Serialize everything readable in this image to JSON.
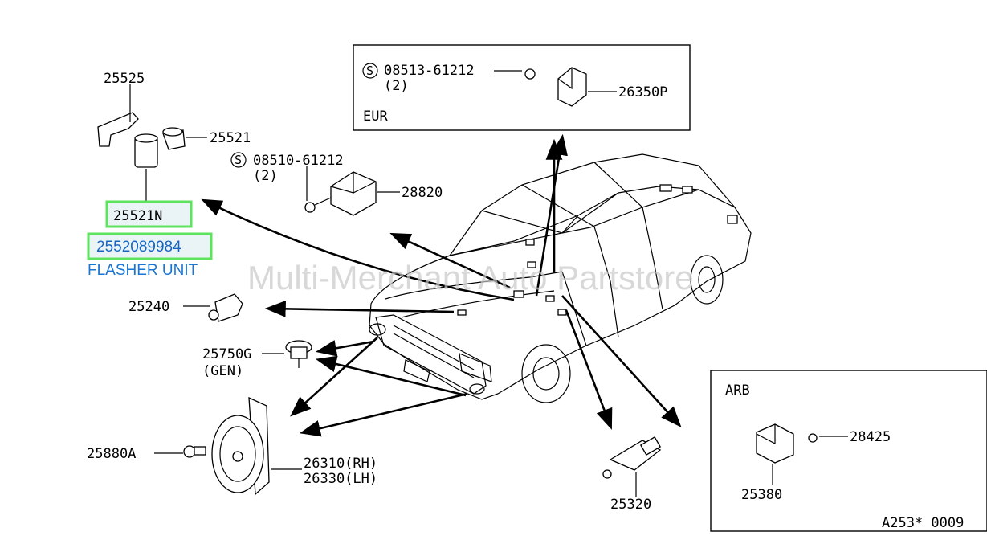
{
  "diagram": {
    "part_numbers": {
      "p25525": "25525",
      "p25521": "25521",
      "p25521N": "25521N",
      "p08510": "08510-61212",
      "p08510_qty": "(2)",
      "p28820": "28820",
      "p25240": "25240",
      "p25750G": "25750G",
      "p25750G_note": "(GEN)",
      "p25880A": "25880A",
      "p26310": "26310(RH)",
      "p26330": "26330(LH)",
      "p25320": "25320",
      "p08513": "08513-61212",
      "p08513_qty": "(2)",
      "p26350P": "26350P",
      "p28425": "28425",
      "p25380": "25380"
    },
    "highlight": {
      "part_number": "2552089984",
      "description": "FLASHER UNIT",
      "border_color": "#5ee35e",
      "fill_color": "#eaf4f7",
      "text_color": "#1565c0"
    },
    "insets": {
      "eur_label": "EUR",
      "arb_label": "ARB"
    },
    "screw_symbol": "S",
    "diagram_code": "A253* 0009",
    "watermark": "Multi-Merchant Auto Partstore"
  }
}
